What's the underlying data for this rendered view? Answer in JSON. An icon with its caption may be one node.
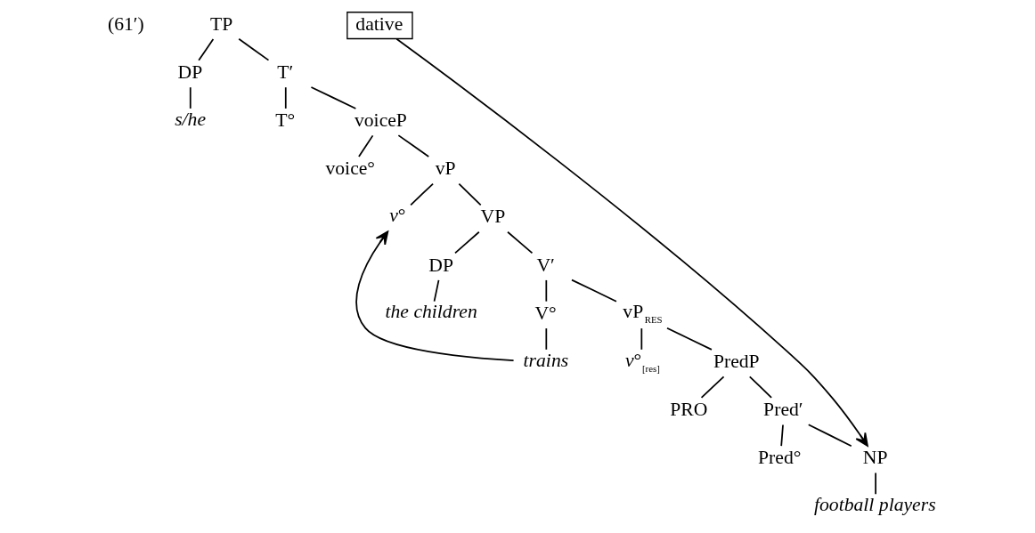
{
  "diagram": {
    "nodes": [
      {
        "text": [
          "TP"
        ]
      },
      {
        "text": [
          "DP"
        ]
      },
      {
        "text": [
          "T′"
        ]
      },
      {
        "text": [
          "s/he"
        ]
      },
      {
        "text": [
          "T°"
        ]
      },
      {
        "text": [
          "voiceP"
        ]
      },
      {
        "text": [
          "voice°"
        ]
      },
      {
        "text": [
          "vP"
        ]
      },
      {
        "text": [
          "*v*°"
        ]
      },
      {
        "text": [
          "VP"
        ]
      },
      {
        "text": [
          "DP"
        ]
      },
      {
        "text": [
          "V′"
        ]
      },
      {
        "text": [
          "the children"
        ]
      },
      {
        "text": [
          "V°"
        ]
      },
      {
        "text": [
          "vP$_{RES}$"
        ]
      },
      {
        "text": [
          "trains"
        ]
      },
      {
        "text": [
          "*v*°$_{[res]}$"
        ]
      },
      {
        "text": [
          "PredP"
        ]
      },
      {
        "text": [
          "PRO"
        ]
      },
      {
        "text": [
          "Pred′"
        ]
      },
      {
        "text": [
          "Pred°"
        ]
      },
      {
        "text": [
          "NP"
        ]
      },
      {
        "text": [
          "football players"
        ]
      },
      {
        "text": [
          "dative"
        ]
      }
    ],
    "edges": [
      {
        "from": 0,
        "to": 1,
        "arrow": "none"
      },
      {
        "from": 0,
        "to": 2,
        "arrow": "none"
      },
      {
        "from": 1,
        "to": 3,
        "arrow": "none"
      },
      {
        "from": 2,
        "to": 4,
        "arrow": "none"
      },
      {
        "from": 2,
        "to": 5,
        "arrow": "none"
      },
      {
        "from": 5,
        "to": 6,
        "arrow": "none"
      },
      {
        "from": 5,
        "to": 7,
        "arrow": "none"
      },
      {
        "from": 7,
        "to": 8,
        "arrow": "none"
      },
      {
        "from": 7,
        "to": 9,
        "arrow": "none"
      },
      {
        "from": 9,
        "to": 10,
        "arrow": "none"
      },
      {
        "from": 9,
        "to": 11,
        "arrow": "none"
      },
      {
        "from": 10,
        "to": 12,
        "arrow": "none"
      },
      {
        "from": 11,
        "to": 13,
        "arrow": "none"
      },
      {
        "from": 11,
        "to": 14,
        "arrow": "none"
      },
      {
        "from": 13,
        "to": 15,
        "arrow": "none"
      },
      {
        "from": 14,
        "to": 16,
        "arrow": "none"
      },
      {
        "from": 14,
        "to": 17,
        "arrow": "none"
      },
      {
        "from": 17,
        "to": 18,
        "arrow": "none"
      },
      {
        "from": 17,
        "to": 19,
        "arrow": "none"
      },
      {
        "from": 19,
        "to": 20,
        "arrow": "none"
      },
      {
        "from": 19,
        "to": 21,
        "arrow": "none"
      },
      {
        "from": 21,
        "to": 22,
        "arrow": "none"
      },
      {
        "from": 15,
        "to": 8,
        "arrow": "to"
      },
      {
        "from": 23,
        "to": 21,
        "arrow": "to"
      }
    ],
    "labels": [
      "(61′)"
    ]
  }
}
